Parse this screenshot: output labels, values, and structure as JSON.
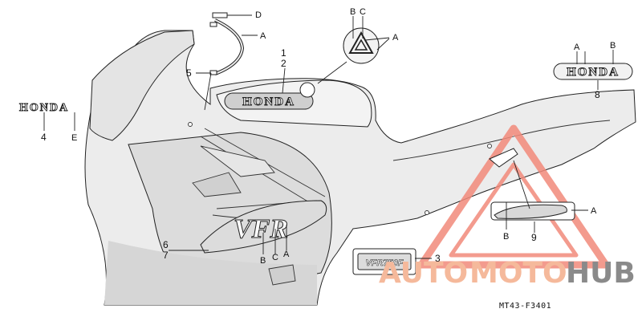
{
  "callouts": {
    "n1": "1",
    "n2": "2",
    "n3": "3",
    "n4": "4",
    "n5": "5",
    "n6": "6",
    "n7": "7",
    "n8": "8",
    "n9": "9",
    "letters_small_emblem": {
      "b": "B",
      "c": "C",
      "a": "A"
    },
    "letters_right_honda": {
      "a": "A",
      "b": "B"
    },
    "letters_bracket": {
      "d": "D",
      "a": "A"
    },
    "letter_left_honda": "E",
    "letters_vfr": {
      "b": "B",
      "c": "C",
      "a": "A"
    },
    "letters_cbr": {
      "a": "A",
      "b": "B"
    }
  },
  "decals": {
    "honda_wordmark": "HONDA",
    "vfr_logo": "VFR",
    "vfr750f_badge": "VFR750F"
  },
  "watermark": {
    "part1": "AUTO",
    "part2": "MOTO",
    "part3": "HUB",
    "color_light": "#f5b99b",
    "color_dark": "#8a8a8a"
  },
  "diagram_code": "MT43-F3401",
  "colors": {
    "body": "#ececec",
    "body_dark": "#dadada",
    "line": "#222222",
    "triangle": "#f28a7b"
  }
}
